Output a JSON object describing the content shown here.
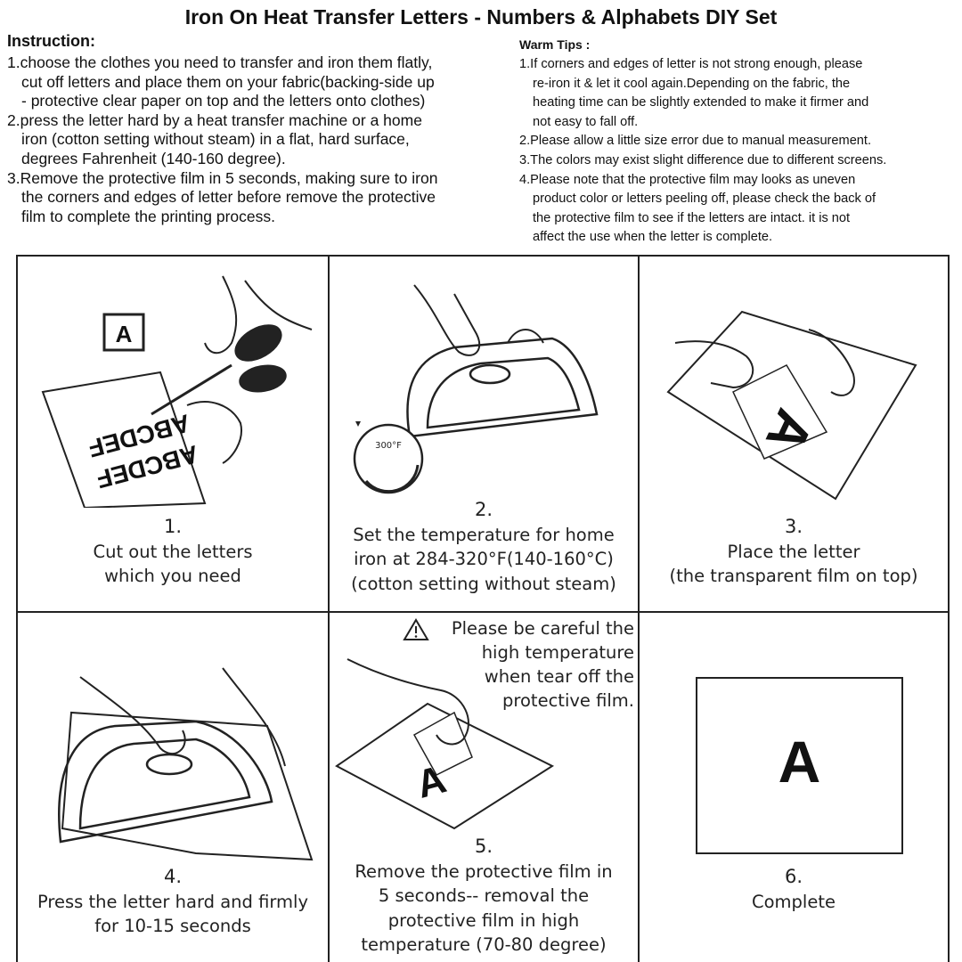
{
  "title": "Iron On Heat Transfer Letters - Numbers & Alphabets DIY Set",
  "instruction": {
    "heading": "Instruction:",
    "items": [
      [
        "1.choose the clothes you need to transfer and iron them flatly,",
        "cut off letters and place them on your fabric(backing-side up",
        "- protective clear paper on top and the letters onto clothes)"
      ],
      [
        "2.press the letter hard by a heat transfer machine or a home",
        "iron (cotton setting without steam) in a flat, hard surface,",
        "degrees Fahrenheit (140-160 degree)."
      ],
      [
        "3.Remove the protective film in 5 seconds, making sure to iron",
        "the corners and edges of letter before remove the protective",
        "film to complete the printing process."
      ]
    ]
  },
  "warm_tips": {
    "heading": "Warm Tips :",
    "items": [
      [
        "1.If corners and edges of letter is not strong enough, please",
        "re-iron it & let it cool again.Depending on the fabric, the",
        "heating time can be slightly extended to make it firmer and",
        "not easy to fall off."
      ],
      [
        "2.Please allow a little size error due to manual measurement."
      ],
      [
        "3.The colors may exist slight difference due to different screens."
      ],
      [
        "4.Please note that the protective film may looks as uneven",
        "product color or  letters peeling off, please check the back of",
        "the protective film to see if the letters are intact. it is not",
        "affect the use when the letter is complete."
      ]
    ]
  },
  "steps": [
    {
      "num": "1.",
      "lines": [
        "Cut out the letters",
        "which you need"
      ],
      "art_letter": "A",
      "art_text": "ABCDEF"
    },
    {
      "num": "2.",
      "lines": [
        "Set the temperature for home",
        "iron at 284-320°F(140-160°C)",
        "(cotton setting without steam)"
      ],
      "dial_label": "300°F"
    },
    {
      "num": "3.",
      "lines": [
        "Place the letter",
        "(the transparent film on top)"
      ],
      "art_letter": "A"
    },
    {
      "num": "4.",
      "lines": [
        "Press the letter hard  and firmly",
        "for 10-15 seconds"
      ]
    },
    {
      "num": "5.",
      "lines": [
        "Remove the protective film in",
        "5 seconds-- removal the",
        "protective film in high",
        "temperature  (70-80 degree)"
      ],
      "warning": [
        "Please be careful the",
        "high temperature",
        "when tear off the",
        "protective film."
      ],
      "art_letter": "A"
    },
    {
      "num": "6.",
      "lines": [
        "Complete"
      ],
      "art_letter": "A"
    }
  ]
}
